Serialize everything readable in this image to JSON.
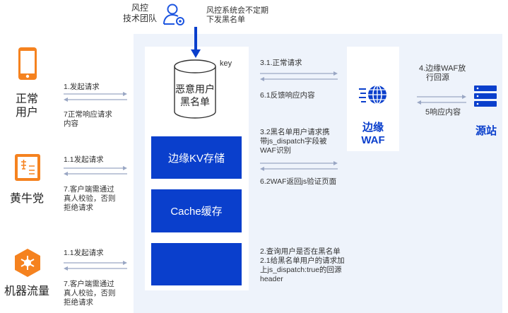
{
  "team": {
    "label_line1": "风控",
    "label_line2": "技术团队",
    "note_line1": "风控系统会不定期",
    "note_line2": "下发黑名单"
  },
  "users": [
    {
      "name_line1": "正常",
      "name_line2": "用户",
      "req": "1.发起请求",
      "resp_line1": "7正常响应请求",
      "resp_line2": "内容"
    },
    {
      "name_line1": "黄牛党",
      "name_line2": "",
      "req": "1.1发起请求",
      "resp_line1": "7.客户端需通过",
      "resp_line2": "真人校验，否则",
      "resp_line3": "拒绝请求"
    },
    {
      "name_line1": "机器流量",
      "name_line2": "",
      "req": "1.1发起请求",
      "resp_line1": "7.客户端需通过",
      "resp_line2": "真人校验，否则",
      "resp_line3": "拒绝请求"
    }
  ],
  "blacklist": {
    "key": "key",
    "title_line1": "恶意用户",
    "title_line2": "黑名单"
  },
  "kv_store": "边缘KV存储",
  "cache": "Cache缓存",
  "edge_notes": {
    "normal_req": "3.1.正常请求",
    "feedback": "6.1反馈响应内容",
    "black_req_line1": "3.2黑名单用户请求携",
    "black_req_line2": "带js_dispatch字段被",
    "black_req_line3": "WAF识别",
    "js_verify": "6.2WAF返回js验证页面",
    "query_line1": "2.查询用户是否在黑名单",
    "query_line2": "2.1给黑名单用户的请求加",
    "query_line3": "上js_dispatch:true的回源",
    "query_line4": "header"
  },
  "waf": {
    "line1": "边缘",
    "line2": "WAF"
  },
  "origin": {
    "label": "源站",
    "release_line1": "4.边缘WAF放",
    "release_line2": "行回源",
    "resp": "5响应内容"
  },
  "colors": {
    "brand_blue": "#0a3fcc",
    "orange": "#f5821f",
    "zone_bg": "#eef3fb"
  }
}
